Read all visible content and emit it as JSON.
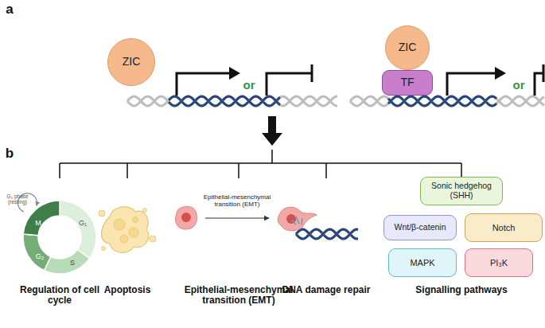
{
  "diagram": {
    "nodes": [
      {
        "text": [
          "ZIC"
        ]
      },
      {
        "text": [
          "ZIC"
        ]
      },
      {
        "text": [
          "TF"
        ]
      },
      {
        "text": [
          "Sonic hedgehog (SHH)"
        ]
      },
      {
        "text": [
          "Wnt/β-catenin"
        ]
      },
      {
        "text": [
          "Notch"
        ]
      },
      {
        "text": [
          "MAPK"
        ]
      },
      {
        "text": [
          "PI₃K"
        ]
      }
    ],
    "labels": [
      "a",
      "or",
      "or",
      "b",
      "G₀ phase (resting)",
      "G₁",
      "S",
      "G₂",
      "M",
      "Epithelial-mesenchymal transition (EMT)",
      "Regulation of cell cycle",
      "Apoptosis",
      "Epithelial-mesenchymal transition (EMT)",
      "DNA damage repair",
      "Signalling pathways"
    ]
  }
}
